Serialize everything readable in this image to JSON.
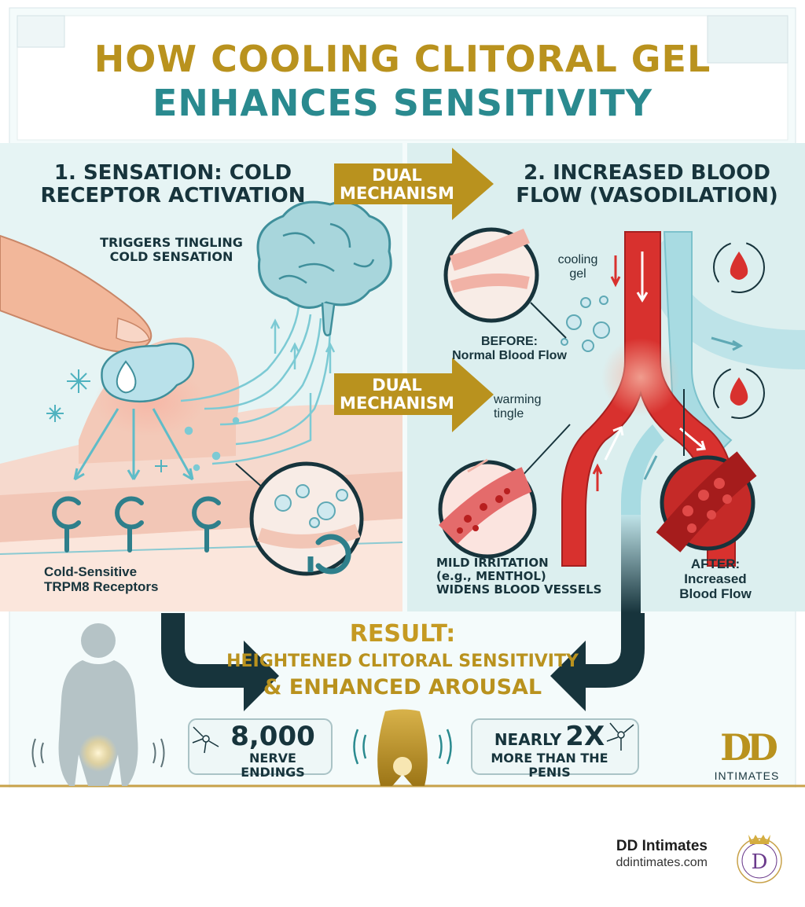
{
  "title": {
    "line1": "HOW COOLING CLITORAL GEL",
    "line2": "ENHANCES SENSITIVITY"
  },
  "section1": {
    "heading_line1": "1. SENSATION: COLD",
    "heading_line2": "RECEPTOR ACTIVATION",
    "tingle_line1": "TRIGGERS TINGLING",
    "tingle_line2": "COLD SENSATION",
    "receptor_line1": "Cold-Sensitive",
    "receptor_line2": "TRPM8 Receptors"
  },
  "connector": {
    "top_line1": "DUAL",
    "top_line2": "MECHANISM",
    "mid_line1": "DUAL",
    "mid_line2": "MECHANISM"
  },
  "section2": {
    "heading_line1": "2. INCREASED BLOOD",
    "heading_line2": "FLOW (VASODILATION)",
    "cooling_line1": "cooling",
    "cooling_line2": "gel",
    "before_line1": "BEFORE:",
    "before_line2": "Normal Blood Flow",
    "warming_line1": "warming",
    "warming_line2": "tingle",
    "irritation_line1": "MILD IRRITATION",
    "irritation_line2": "(e.g., MENTHOL)",
    "irritation_line3": "WIDENS BLOOD VESSELS",
    "after_line1": "AFTER:",
    "after_line2": "Increased",
    "after_line3": "Blood Flow"
  },
  "result": {
    "label": "RESULT:",
    "line1": "HEIGHTENED CLITORAL SENSITIVITY",
    "line2": "& ENHANCED AROUSAL"
  },
  "stats": {
    "left_big": "8,000",
    "left_small": "NERVE ENDINGS",
    "right_prefix": "NEARLY",
    "right_big": "2X",
    "right_small": "MORE THAN THE PENIS"
  },
  "brand": {
    "monogram": "DD",
    "name": "INTIMATES",
    "footer_name": "DD Intimates",
    "footer_url": "ddintimates.com"
  },
  "colors": {
    "gold": "#b9921e",
    "teal": "#2a8a8f",
    "navy": "#17343c",
    "blood_red": "#d8312e",
    "vein_blue": "#a8dbe2"
  }
}
